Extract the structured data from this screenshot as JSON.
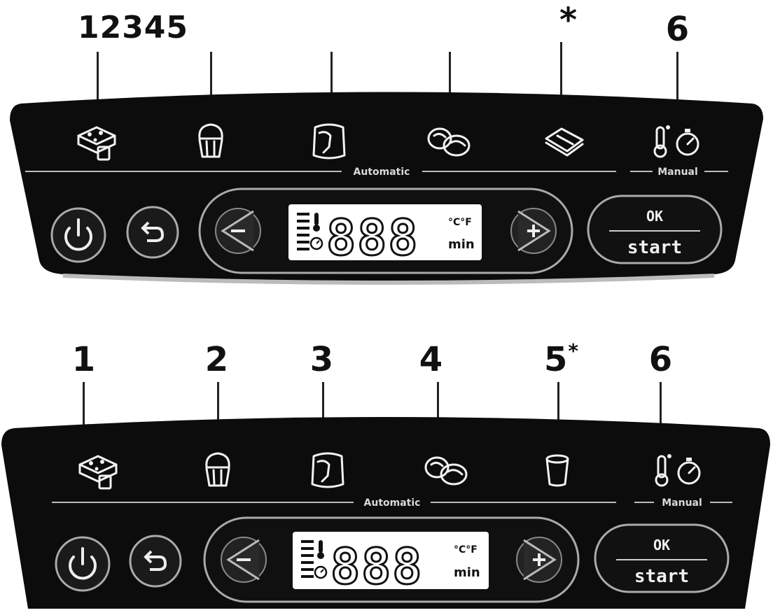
{
  "panels": [
    {
      "callouts": [
        {
          "text": "12345"
        },
        {
          "text": "*"
        },
        {
          "text": "6"
        }
      ],
      "programs": [
        {
          "icon": "cake-slice-icon"
        },
        {
          "icon": "cupcake-icon"
        },
        {
          "icon": "fondant-icon"
        },
        {
          "icon": "meringue-icon"
        },
        {
          "icon": "pastry-sheet-icon"
        },
        {
          "icon": "thermometer-timer-icon"
        }
      ],
      "section_labels": {
        "automatic": "Automatic",
        "manual": "Manual"
      },
      "display": {
        "digits": "888",
        "unit_temp": "°C°F",
        "unit_time": "min"
      },
      "buttons": {
        "ok": "OK",
        "start": "start"
      }
    },
    {
      "callouts": [
        {
          "text": "1"
        },
        {
          "text": "2"
        },
        {
          "text": "3"
        },
        {
          "text": "4"
        },
        {
          "text": "5",
          "sup": "*"
        },
        {
          "text": "6"
        }
      ],
      "programs": [
        {
          "icon": "cake-slice-icon"
        },
        {
          "icon": "cupcake-icon"
        },
        {
          "icon": "fondant-icon"
        },
        {
          "icon": "meringue-icon"
        },
        {
          "icon": "yogurt-pot-icon"
        },
        {
          "icon": "thermometer-timer-icon"
        }
      ],
      "section_labels": {
        "automatic": "Automatic",
        "manual": "Manual"
      },
      "display": {
        "digits": "888",
        "unit_temp": "°C°F",
        "unit_time": "min"
      },
      "buttons": {
        "ok": "OK",
        "start": "start"
      }
    }
  ],
  "colors": {
    "panel": "#0c0c0c",
    "display_bg": "#ffffff",
    "text_light": "#f0f0f0"
  }
}
